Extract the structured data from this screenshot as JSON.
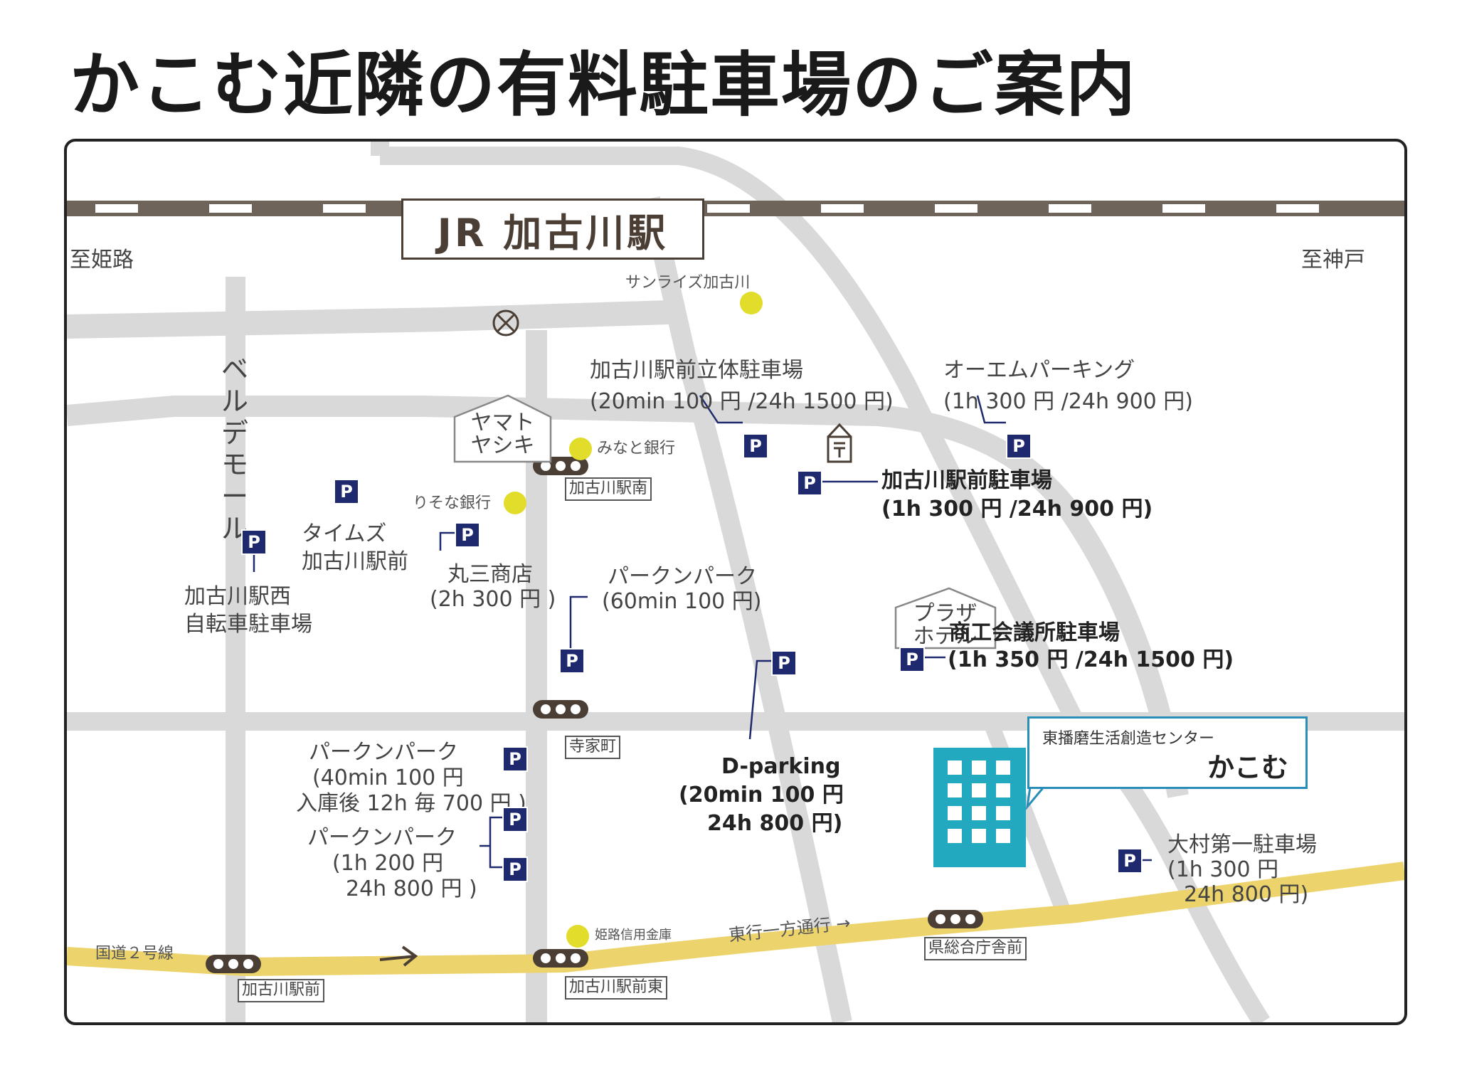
{
  "title": "かこむ近隣の有料駐車場のご案内",
  "colors": {
    "road": "#d9d9d9",
    "rail": "#6e6459",
    "route2": "#ecd36c",
    "parking": "#1f2a6e",
    "landmark_dot": "#e2dc2a",
    "kacomu_building": "#22a9bf",
    "kacomu_border": "#2a8fb8",
    "signal": "#4b3f35"
  },
  "station": {
    "name": "JR 加古川駅",
    "west": "至姫路",
    "east": "至神戸"
  },
  "roads": {
    "belle_de_mall": "ベルデモール",
    "route2": "国道２号線",
    "one_way": "東行一方通行 →"
  },
  "bus_stops": [
    "加古川駅南",
    "寺家町",
    "加古川駅前",
    "加古川駅前東",
    "県総合庁舎前"
  ],
  "landmarks": [
    {
      "name": "サンライズ加古川",
      "icon": "yellow-dot"
    },
    {
      "name": "みなと銀行",
      "icon": "yellow-dot"
    },
    {
      "name": "りそな銀行",
      "icon": "yellow-dot"
    },
    {
      "name": "姫路信用金庫",
      "icon": "yellow-dot"
    }
  ],
  "buildings": {
    "yamato": "ヤマト\nヤシキ",
    "plaza": "プラザ\nホテル"
  },
  "icons": {
    "post_office": "post-office-icon",
    "police_box": "police-box-icon",
    "parking": "P"
  },
  "parking": {
    "rittai": {
      "name": "加古川駅前立体駐車場",
      "price": "(20min 100 円 /24h 1500 円)"
    },
    "oem": {
      "name": "オーエムパーキング",
      "price": "(1h 300 円 /24h 900 円)"
    },
    "ekimae": {
      "name": "加古川駅前駐車場",
      "price": "(1h 300 円 /24h 900 円)"
    },
    "times": {
      "name": "タイムズ\n加古川駅前"
    },
    "bike": {
      "name": "加古川駅西\n自転車駐車場"
    },
    "marusan": {
      "name": "丸三商店",
      "price": "(2h 300 円 )"
    },
    "park1": {
      "name": "パークンパーク",
      "price": "(60min 100 円)"
    },
    "shoko": {
      "name": "商工会議所駐車場",
      "price": "(1h 350 円 /24h 1500 円)"
    },
    "dparking": {
      "name": "D-parking",
      "price1": "(20min 100 円",
      "price2": "24h 800 円)"
    },
    "park2": {
      "name": "パークンパーク",
      "price1": "(40min 100 円",
      "price2": "入庫後 12h 毎 700 円 )"
    },
    "park3": {
      "name": "パークンパーク",
      "price1": "(1h 200 円",
      "price2": "24h 800 円 )"
    },
    "omura": {
      "name": "大村第一駐車場",
      "price1": "(1h 300 円",
      "price2": "24h 800 円)"
    }
  },
  "kacomu": {
    "subtitle": "東播磨生活創造センター",
    "name": "かこむ"
  }
}
